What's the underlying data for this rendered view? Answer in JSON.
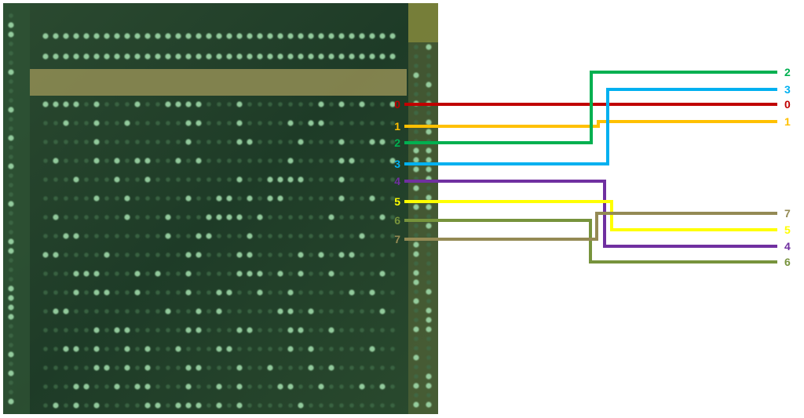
{
  "microscope_image": {
    "description_name": "rom-bit-array-photo"
  },
  "wires": [
    {
      "left_label": "0",
      "right_label": "0",
      "color": "#C00000"
    },
    {
      "left_label": "1",
      "right_label": "1",
      "color": "#FFC000"
    },
    {
      "left_label": "2",
      "right_label": "2",
      "color": "#00B050"
    },
    {
      "left_label": "3",
      "right_label": "3",
      "color": "#00B0F0"
    },
    {
      "left_label": "4",
      "right_label": "4",
      "color": "#7030A0"
    },
    {
      "left_label": "5",
      "right_label": "5",
      "color": "#FFFF00"
    },
    {
      "left_label": "6",
      "right_label": "6",
      "color": "#77933C"
    },
    {
      "left_label": "7",
      "right_label": "7",
      "color": "#948A54"
    }
  ],
  "colors": {
    "chip_background": "#1F3A26",
    "chip_band": "#8C8A52",
    "dot_bright": "#9FD9A8",
    "dot_dim": "#3E6B48"
  }
}
